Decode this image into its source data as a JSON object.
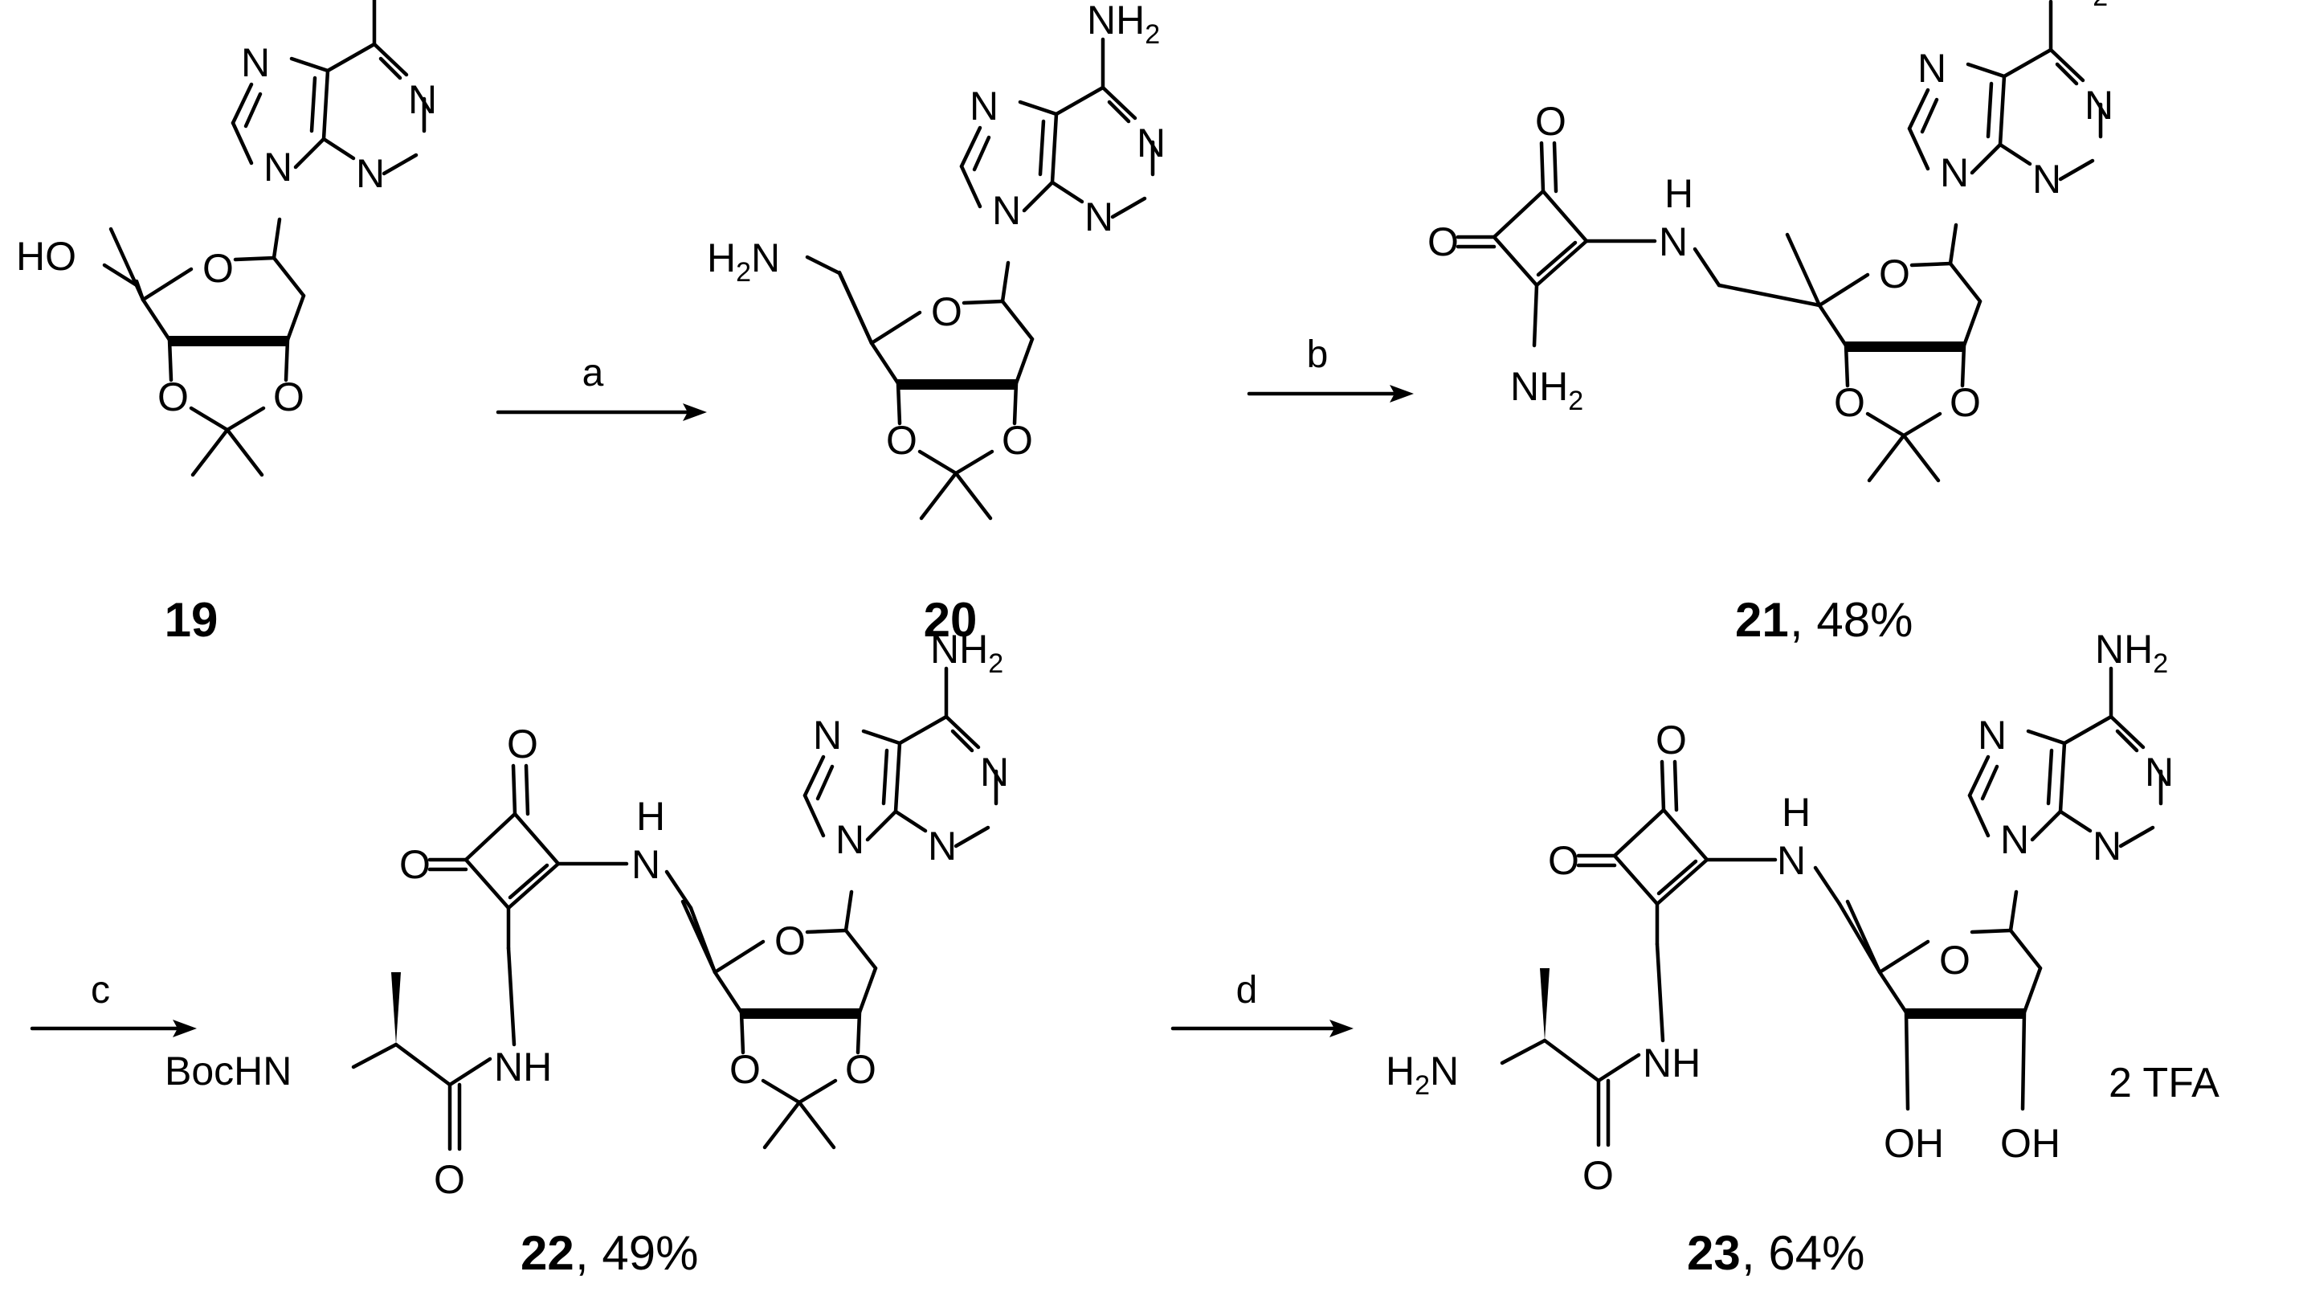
{
  "atoms": {
    "nh2": "NH",
    "two": "2",
    "n": "N",
    "o": "O",
    "h": "H",
    "nh": "NH",
    "hn": "HN",
    "ho": "HO",
    "h2n_h": "H",
    "h2n_n": "N",
    "oh": "OH",
    "bochn": "BocHN"
  },
  "compounds": [
    {
      "id": "19",
      "yield": ""
    },
    {
      "id": "20",
      "yield": ""
    },
    {
      "id": "21",
      "yield": ", 48%"
    },
    {
      "id": "22",
      "yield": ", 49%"
    },
    {
      "id": "23",
      "yield": ", 64%"
    }
  ],
  "reagents": {
    "a": "a",
    "b": "b",
    "c": "c",
    "d": "d"
  },
  "salt": "2 TFA"
}
